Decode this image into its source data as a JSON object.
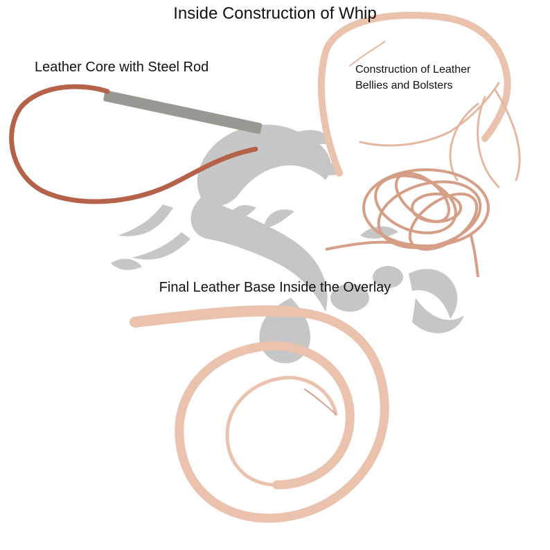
{
  "title": "Inside Construction of Whip",
  "labels": {
    "core": "Leather Core with Steel Rod",
    "bellies_line1": "Construction of Leather",
    "bellies_line2": "Bellies and Bolsters",
    "base": "Final Leather Base Inside the Overlay"
  },
  "colors": {
    "background": "#ffffff",
    "watermark": "#bdbdbd",
    "core_leather": "#b5624a",
    "steel_rod": "#9a9892",
    "pale_leather": "#ebc2ad",
    "strips": "#d59e86"
  },
  "icons": {
    "watermark": "scorpion-watermark-icon"
  }
}
